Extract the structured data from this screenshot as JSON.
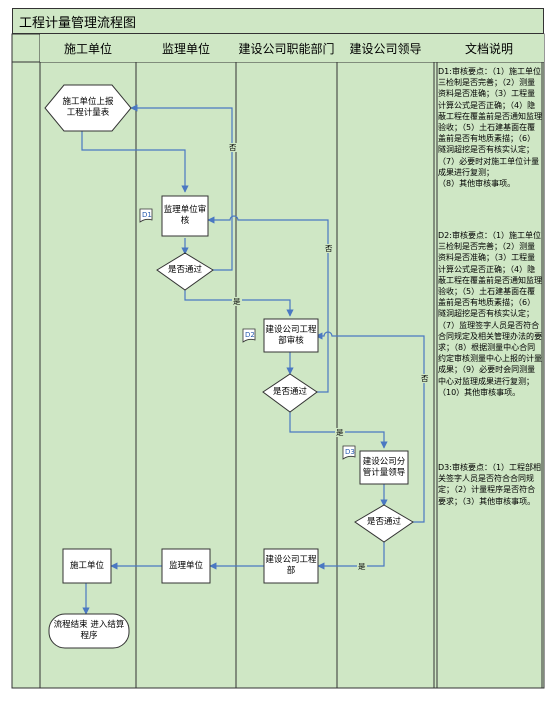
{
  "title": "工程计量管理流程图",
  "lanes": [
    "施工单位",
    "监理单位",
    "建设公司职能部门",
    "建设公司领导",
    "文档说明"
  ],
  "nodes": {
    "start": "施工单位上报工程计量表",
    "supervisor_review": "监理单位审核",
    "decision1": "是否通过",
    "dept_review": "建设公司工程部审核",
    "decision2": "是否通过",
    "leader_review": "建设公司分管计量领导",
    "decision3": "是否通过",
    "dept_return": "建设公司工程部",
    "supervisor_return": "监理单位",
    "contractor_return": "施工单位",
    "end": "流程结束 进入结算程序"
  },
  "doc_tags": {
    "d1": "D1",
    "d2": "D2",
    "d3": "D3"
  },
  "edge_labels": {
    "no1": "否",
    "yes1": "是",
    "no2": "否",
    "yes2": "是",
    "no3": "否",
    "yes3": "是"
  },
  "documents": {
    "d1": [
      "D1:审核要点：（1）施工单位三检制是否完善；（2）测量资料是否准确；（3）工程量计算公式是否正确；（4）隐蔽工程在覆盖前是否通知监理验收；（5）土石建基面在覆盖前是否有地质素描；（6）隧洞超挖是否有核实认定；",
      "（7）必要时对施工单位计量成果进行复测；",
      "（8）其他审核事项。"
    ],
    "d2": [
      "D2:审核要点：（1）施工单位三检制是否完善；（2）测量资料是否准确；（3）工程量计算公式是否正确；（4）隐蔽工程在覆盖前是否通知监理验收；（5）土石建基面在覆盖前是否有地质素描；（6）隧洞超挖是否有核实认定；",
      "（7）监理签字人员是否符合合同规定及相关管理办法的要求；（8）根据测量中心合同约定审核测量中心上报的计量成果；（9）必要时会同测量中心对监理成果进行复测；（10）其他审核事项。"
    ],
    "d3": [
      "D3:审核要点：（1）工程部相关签字人员是否符合合同规定；（2）计量程序是否符合要求；（3）其他审核事项。"
    ]
  },
  "colors": {
    "lane_fill": "#cfe7c5",
    "line_blue": "#4a78c2",
    "border": "#333333"
  }
}
